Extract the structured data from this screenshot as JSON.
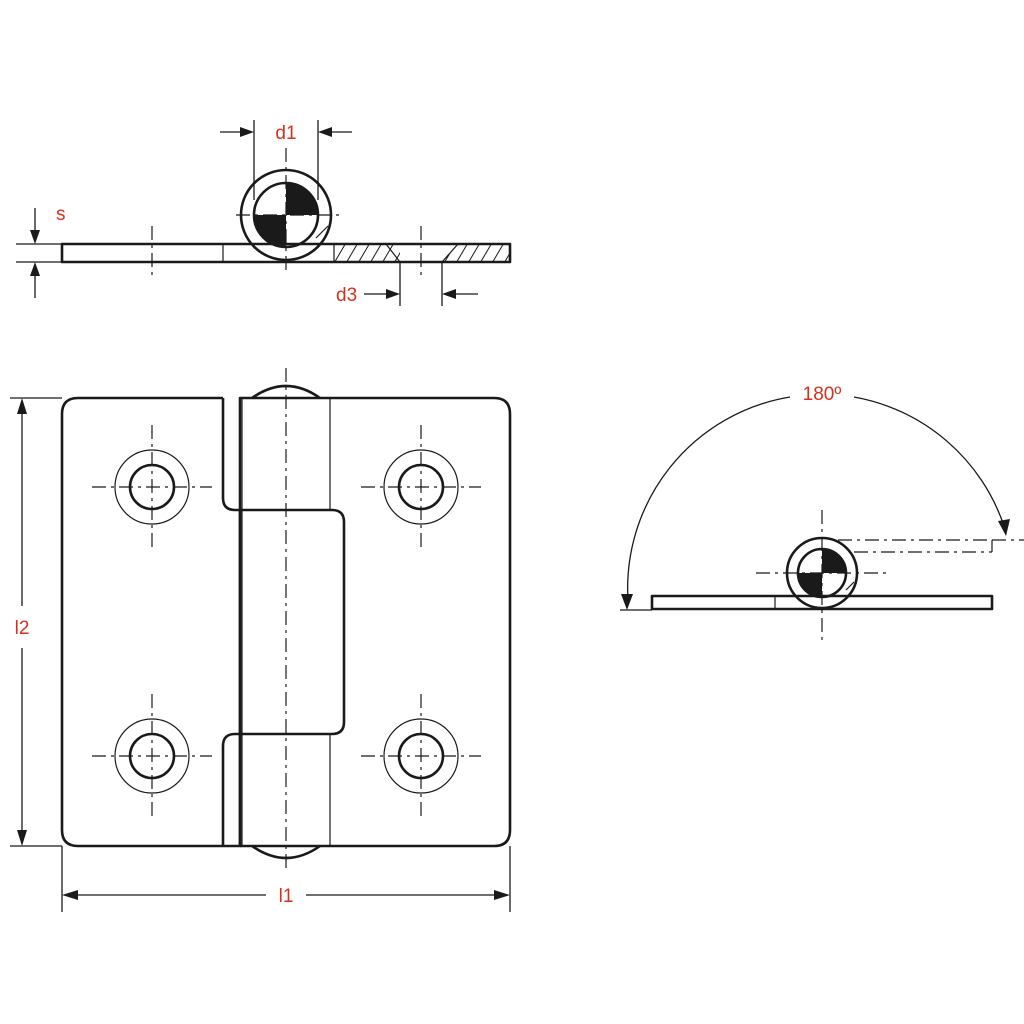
{
  "labels": {
    "d1": "d1",
    "s": "s",
    "d3": "d3",
    "l2": "l2",
    "l1": "l1",
    "angle": "180º"
  },
  "colors": {
    "line": "#1a1a1a",
    "label": "#d6311c",
    "background": "#ffffff"
  }
}
